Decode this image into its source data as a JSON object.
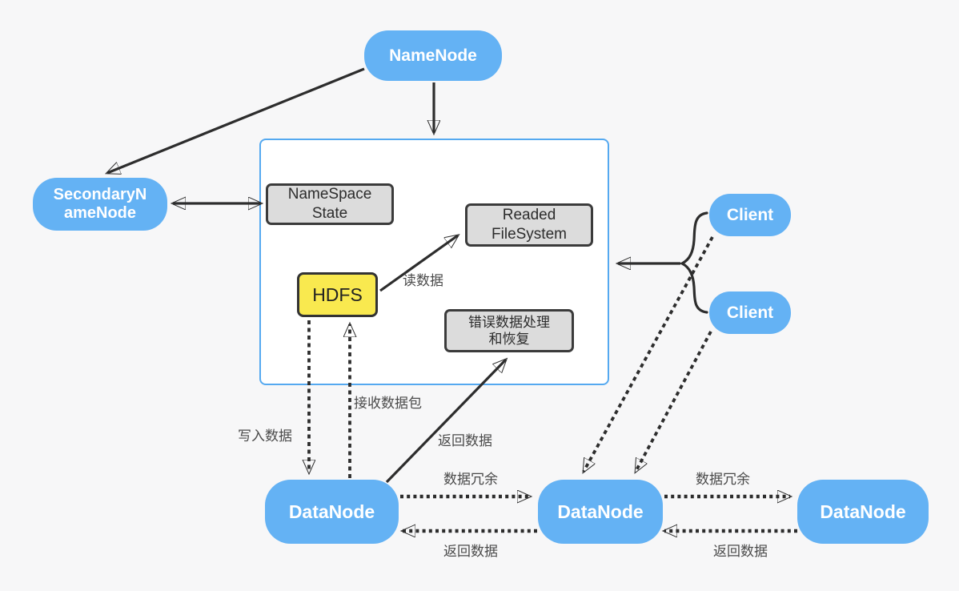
{
  "diagram": {
    "nodes": {
      "namenode": "NameNode",
      "secondary_namenode": [
        "SecondaryN",
        "ameNode"
      ],
      "namespace_state": [
        "NameSpace",
        "State"
      ],
      "readed_filesystem": [
        "Readed",
        "FileSystem"
      ],
      "hdfs": "HDFS",
      "error_handling": [
        "错误数据处理",
        "和恢复"
      ],
      "client_top": "Client",
      "client_bottom": "Client",
      "datanode_left": "DataNode",
      "datanode_middle": "DataNode",
      "datanode_right": "DataNode"
    },
    "edge_labels": {
      "read_data": "读数据",
      "receive_packet": "接收数据包",
      "write_data": "写入数据",
      "return_data_to_error": "返回数据",
      "redundancy_left": "数据冗余",
      "return_data_left": "返回数据",
      "redundancy_right": "数据冗余",
      "return_data_right": "返回数据"
    },
    "colors": {
      "node_blue": "#64b2f4",
      "box_gray": "#dcdcdc",
      "box_yellow": "#f9e94f",
      "container_border": "#55a9f0",
      "arrow": "#2d2d2d",
      "background": "#f7f7f8",
      "label_text": "#4a4a4a"
    }
  }
}
